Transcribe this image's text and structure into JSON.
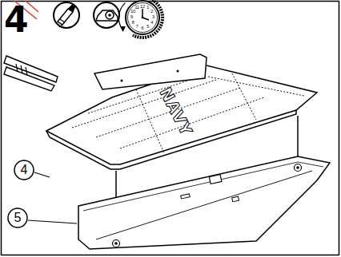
{
  "diagram": {
    "nodes": [
      {
        "text": [
          "4"
        ]
      },
      {
        "text": [
          "5"
        ]
      }
    ],
    "labels": [
      "4",
      "12",
      "1",
      "2",
      "3",
      "4",
      "5",
      "6",
      "7",
      "8",
      "9",
      "10",
      "11",
      "NAVY"
    ]
  }
}
